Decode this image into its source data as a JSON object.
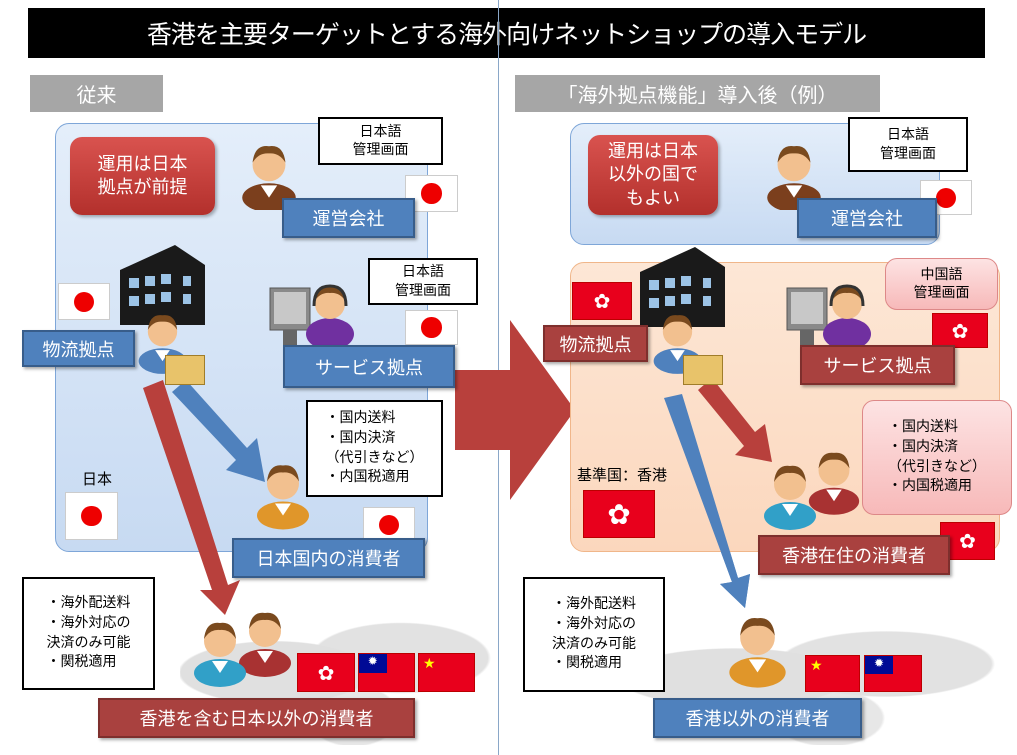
{
  "title": "香港を主要ターゲットとする海外向けネットショップの導入モデル",
  "left": {
    "header": "従来",
    "callout": "運用は日本\n拠点が前提",
    "operator_speech": "日本語\n管理画面",
    "operator_label": "運営会社",
    "logistics_label": "物流拠点",
    "service_speech": "日本語\n管理画面",
    "service_label": "サービス拠点",
    "country_text": "日本",
    "domestic_speech": "・国内送料\n・国内決済\n（代引きなど）\n・内国税適用",
    "domestic_label": "日本国内の消費者",
    "overseas_speech": "・海外配送料\n・海外対応の\n決済のみ可能\n・関税適用",
    "overseas_label": "香港を含む日本以外の消費者"
  },
  "right": {
    "header": "「海外拠点機能」導入後（例）",
    "callout": "運用は日本\n以外の国で\nもよい",
    "operator_speech": "日本語\n管理画面",
    "operator_label": "運営会社",
    "logistics_label": "物流拠点",
    "service_speech": "中国語\n管理画面",
    "service_label": "サービス拠点",
    "country_text": "基準国：香港",
    "domestic_speech": "・国内送料\n・国内決済\n（代引きなど）\n・内国税適用",
    "domestic_label": "香港在住の消費者",
    "overseas_speech": "・海外配送料\n・海外対応の\n決済のみ可能\n・関税適用",
    "overseas_label": "香港以外の消費者"
  },
  "colors": {
    "blue_label": "#4f81bd",
    "red_label": "#a9413f",
    "callout": "#c0392b"
  }
}
